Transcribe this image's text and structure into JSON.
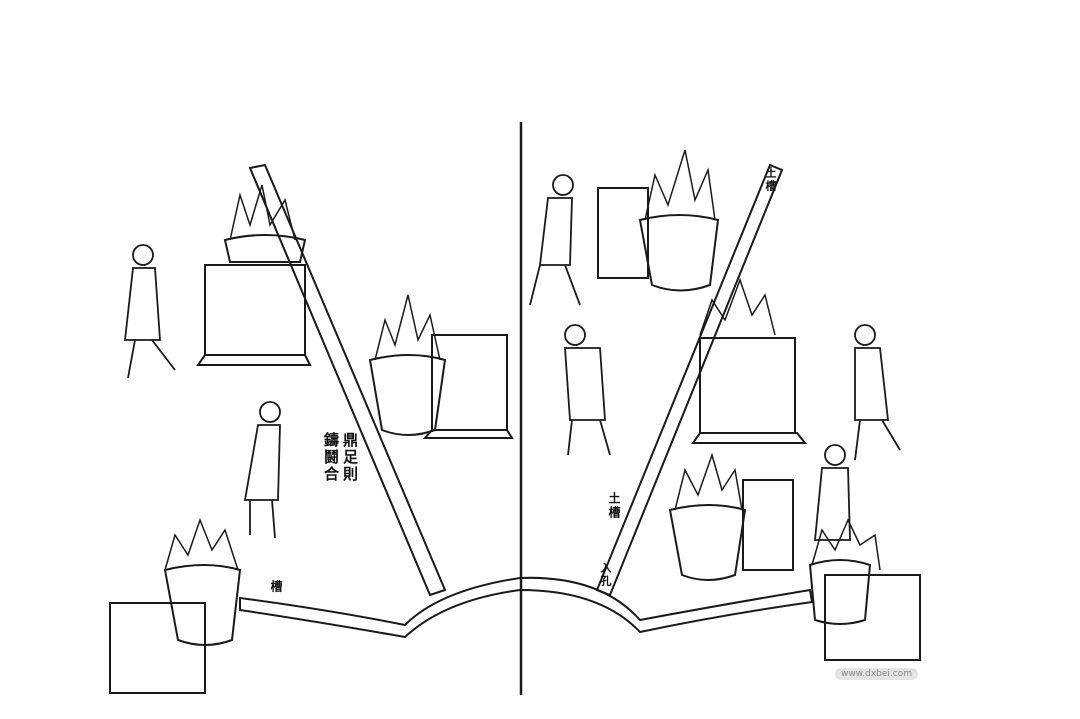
{
  "illustration": {
    "labels": {
      "caption_right_col": "鼎足則",
      "caption_left_col": "鑄鬪合",
      "left_channel": "槽",
      "right_trough": "土槽",
      "right_trough_top": "土槽",
      "entry_hole": "入孔"
    },
    "watermark": "www.dxbei.com",
    "colors": {
      "ink": "#1a1a1a",
      "paper": "#ffffff"
    }
  }
}
